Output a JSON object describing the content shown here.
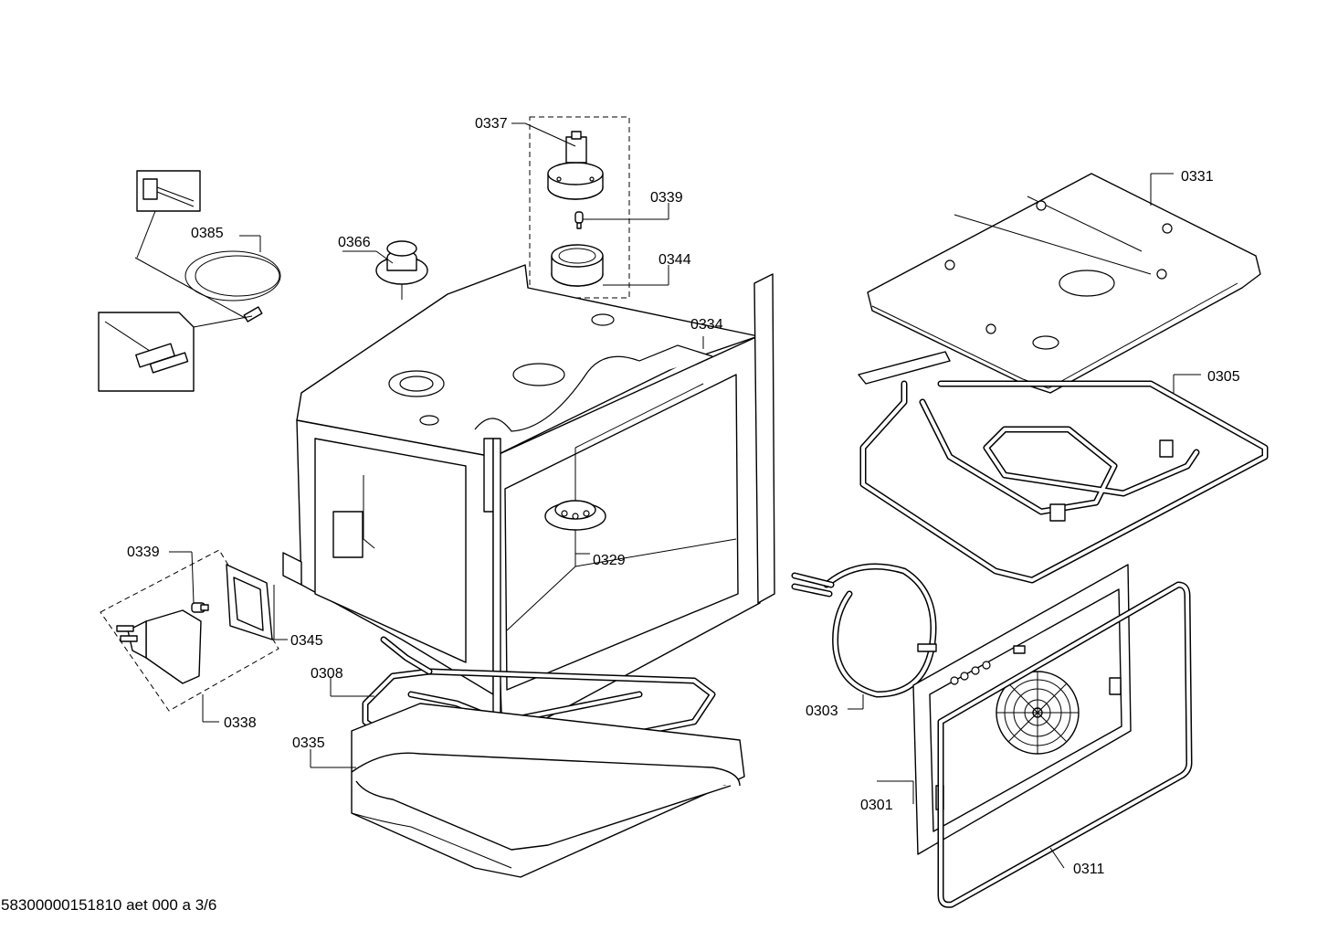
{
  "labels": {
    "p0337": "0337",
    "p0339_top": "0339",
    "p0344": "0344",
    "p0366": "0366",
    "p0385": "0385",
    "p0334": "0334",
    "p0331": "0331",
    "p0305": "0305",
    "p0329": "0329",
    "p0339_left": "0339",
    "p0345": "0345",
    "p0338": "0338",
    "p0308": "0308",
    "p0335": "0335",
    "p0303": "0303",
    "p0301": "0301",
    "p0311": "0311"
  },
  "footer": "58300000151810 aet 000 a 3/6"
}
